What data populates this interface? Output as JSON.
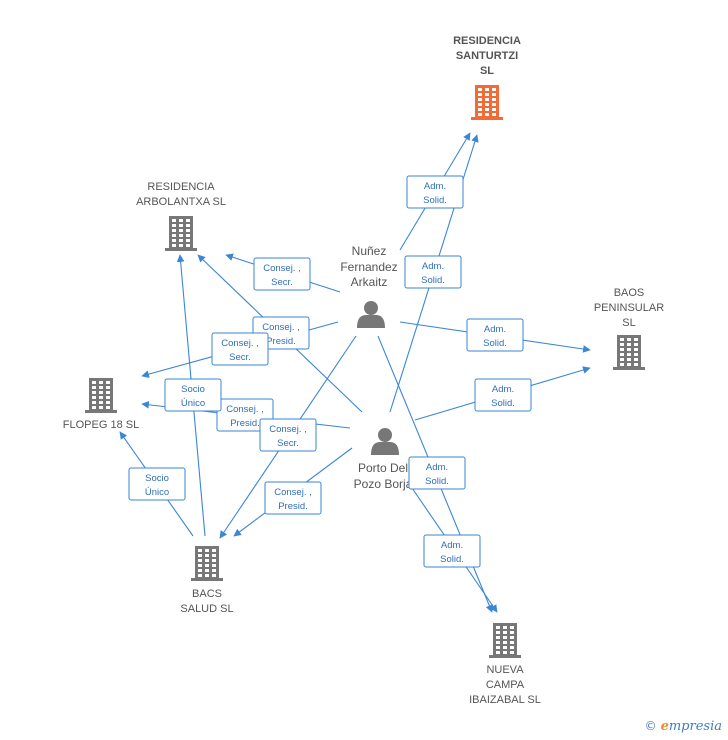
{
  "nodes": [
    {
      "id": "residencia_santurtzi",
      "kind": "company",
      "highlight": true,
      "label": [
        "RESIDENCIA",
        "SANTURTZI",
        "SL"
      ]
    },
    {
      "id": "residencia_arbolantxa",
      "kind": "company",
      "highlight": false,
      "label": [
        "RESIDENCIA",
        "ARBOLANTXA SL"
      ]
    },
    {
      "id": "baos_peninsular",
      "kind": "company",
      "highlight": false,
      "label": [
        "BAOS",
        "PENINSULAR",
        "SL"
      ]
    },
    {
      "id": "flopeg18",
      "kind": "company",
      "highlight": false,
      "label": [
        "FLOPEG 18  SL"
      ]
    },
    {
      "id": "bacs_salud",
      "kind": "company",
      "highlight": false,
      "label": [
        "BACS",
        "SALUD  SL"
      ]
    },
    {
      "id": "nueva_campa",
      "kind": "company",
      "highlight": false,
      "label": [
        "NUEVA",
        "CAMPA",
        "IBAIZABAL  SL"
      ]
    },
    {
      "id": "nunez",
      "kind": "person",
      "highlight": false,
      "label": [
        "Nuñez",
        "Fernandez",
        "Arkaitz"
      ]
    },
    {
      "id": "porto",
      "kind": "person",
      "highlight": false,
      "label": [
        "Porto Del",
        "Pozo Borja"
      ]
    }
  ],
  "edges": [
    {
      "from": "nunez",
      "to": "residencia_santurtzi",
      "label": [
        "Adm.",
        "Solid."
      ]
    },
    {
      "from": "porto",
      "to": "residencia_santurtzi",
      "label": [
        "Adm.",
        "Solid."
      ]
    },
    {
      "from": "nunez",
      "to": "residencia_arbolantxa",
      "label": [
        "Consej. ,",
        "Secr."
      ]
    },
    {
      "from": "porto",
      "to": "residencia_arbolantxa",
      "label": [
        "Consej. ,",
        "Presid."
      ]
    },
    {
      "from": "nunez",
      "to": "baos_peninsular",
      "label": [
        "Adm.",
        "Solid."
      ]
    },
    {
      "from": "porto",
      "to": "baos_peninsular",
      "label": [
        "Adm.",
        "Solid."
      ]
    },
    {
      "from": "nunez",
      "to": "flopeg18",
      "label": [
        "Consej. ,",
        "Secr."
      ]
    },
    {
      "from": "porto",
      "to": "flopeg18",
      "label": [
        "Consej. ,",
        "Presid."
      ]
    },
    {
      "from": "bacs_salud",
      "to": "flopeg18",
      "label": [
        "Socio",
        "Único"
      ]
    },
    {
      "from": "bacs_salud",
      "to": "residencia_arbolantxa",
      "label": [
        "Socio",
        "Único"
      ]
    },
    {
      "from": "nunez",
      "to": "bacs_salud",
      "label": [
        "Consej. ,",
        "Secr."
      ]
    },
    {
      "from": "porto",
      "to": "bacs_salud",
      "label": [
        "Consej. ,",
        "Presid."
      ]
    },
    {
      "from": "nunez",
      "to": "nueva_campa",
      "label": [
        "Adm.",
        "Solid."
      ]
    },
    {
      "from": "porto",
      "to": "nueva_campa",
      "label": [
        "Adm.",
        "Solid."
      ]
    }
  ],
  "colors": {
    "edge": "#3b86d6",
    "company": "#777777",
    "highlight": "#f26a35",
    "person": "#777777"
  },
  "footer": {
    "copyright": "©",
    "brand_first": "e",
    "brand_rest": "mpresia"
  }
}
